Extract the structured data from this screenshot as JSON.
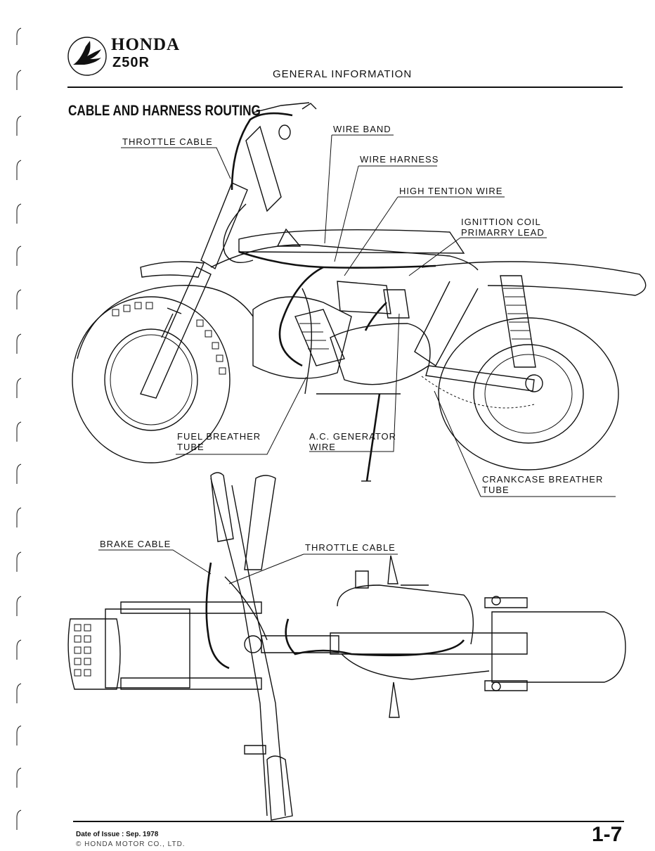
{
  "header": {
    "brand": "HONDA",
    "model": "Z50R",
    "section": "GENERAL INFORMATION"
  },
  "title": "CABLE AND HARNESS ROUTING",
  "side_view": {
    "throttle_cable": "THROTTLE CABLE",
    "wire_band": "WIRE BAND",
    "wire_harness": "WIRE HARNESS",
    "high_tension_wire": "HIGH TENTION WIRE",
    "ignition_coil_1": "IGNITTION COIL",
    "ignition_coil_2": "PRIMARRY LEAD",
    "fuel_breather_1": "FUEL BREATHER",
    "fuel_breather_2": "TUBE",
    "ac_generator_1": "A.C. GENERATOR",
    "ac_generator_2": "WIRE",
    "crankcase_breather_1": "CRANKCASE BREATHER",
    "crankcase_breather_2": "TUBE"
  },
  "top_view": {
    "brake_cable": "BRAKE CABLE",
    "throttle_cable": "THROTTLE CABLE"
  },
  "footer": {
    "issue": "Date of Issue : Sep. 1978",
    "copyright": "© HONDA MOTOR CO., LTD.",
    "page": "1-7"
  }
}
